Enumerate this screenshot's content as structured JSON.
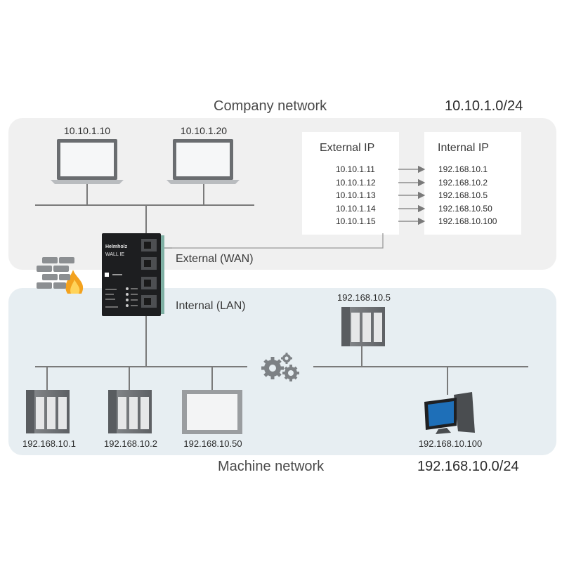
{
  "company_network": {
    "title": "Company network",
    "subnet": "10.10.1.0/24"
  },
  "machine_network": {
    "title": "Machine network",
    "subnet": "192.168.10.0/24"
  },
  "company_laptops": [
    "10.10.1.10",
    "10.10.1.20"
  ],
  "nat_table": {
    "external_header": "External IP",
    "internal_header": "Internal IP",
    "rows": [
      {
        "external": "10.10.1.11",
        "internal": "192.168.10.1"
      },
      {
        "external": "10.10.1.12",
        "internal": "192.168.10.2"
      },
      {
        "external": "10.10.1.13",
        "internal": "192.168.10.5"
      },
      {
        "external": "10.10.1.14",
        "internal": "192.168.10.50"
      },
      {
        "external": "10.10.1.15",
        "internal": "192.168.10.100"
      }
    ]
  },
  "device": {
    "brand": "Helmholz",
    "model": "WALL IE"
  },
  "ports": {
    "wan": "External (WAN)",
    "lan": "Internal (LAN)"
  },
  "machine_devices": {
    "plc_top": "192.168.10.5",
    "plc_1": "192.168.10.1",
    "plc_2": "192.168.10.2",
    "hmi": "192.168.10.50",
    "pc": "192.168.10.100"
  },
  "colors": {
    "company_zone": "#f0f0f0",
    "machine_zone": "#e7eef2",
    "line": "#7a7a7a"
  }
}
